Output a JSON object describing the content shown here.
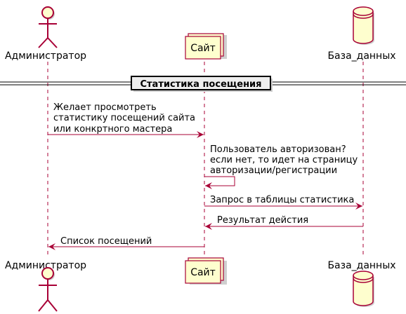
{
  "colors": {
    "actor_fill": "#FEFECE",
    "actor_stroke": "#A80036",
    "lifeline": "#A80036",
    "arrow": "#A80036",
    "shadow": "#CFCFCF",
    "divider_line": "#000000",
    "divider_box_fill": "#EEEEEE"
  },
  "participants": [
    {
      "id": "admin",
      "label": "Администратор",
      "kind": "actor",
      "icon": "stick-figure-icon"
    },
    {
      "id": "site",
      "label": "Сайт",
      "kind": "collections",
      "icon": "stacked-box-icon"
    },
    {
      "id": "db",
      "label": "База_данных",
      "kind": "database",
      "icon": "cylinder-icon"
    }
  ],
  "divider": {
    "title": "Статистика посещения"
  },
  "messages": [
    {
      "from": "admin",
      "to": "site",
      "lines": [
        "Желает просмотреть",
        "статистику посещений сайта",
        "или конкртного мастера"
      ]
    },
    {
      "from": "site",
      "to": "site",
      "lines": [
        "Пользователь авторизован?",
        "если нет, то идет на страницу",
        "авторизации/регистрации"
      ]
    },
    {
      "from": "site",
      "to": "db",
      "lines": [
        "Запрос в таблицы статистика"
      ]
    },
    {
      "from": "db",
      "to": "site",
      "lines": [
        "Результат дейстия"
      ]
    },
    {
      "from": "site",
      "to": "admin",
      "lines": [
        "Список посещений"
      ]
    }
  ]
}
